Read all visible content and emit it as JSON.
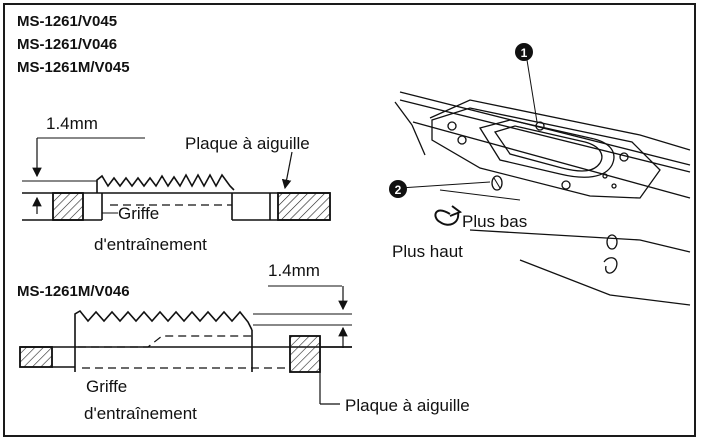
{
  "models_top": [
    "MS-1261/V045",
    "MS-1261/V046",
    "MS-1261M/V045"
  ],
  "model_bottom": "MS-1261M/V046",
  "top_diagram": {
    "dimension": "1.4mm",
    "needle_plate": "Plaque à aiguille",
    "feed_dog_line1": "Griffe",
    "feed_dog_line2": "d'entraînement"
  },
  "bottom_diagram": {
    "dimension": "1.4mm",
    "feed_dog_line1": "Griffe",
    "feed_dog_line2": "d'entraînement",
    "needle_plate": "Plaque à aiguille"
  },
  "machine": {
    "callout_1": "1",
    "callout_2": "2",
    "lower": "Plus bas",
    "higher": "Plus haut"
  }
}
